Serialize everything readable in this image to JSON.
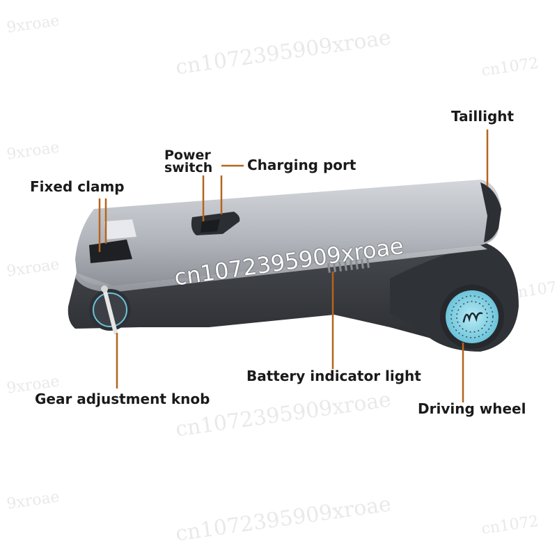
{
  "labels": {
    "taillight": "Taillight",
    "power_switch": "Power\nswitch",
    "charging_port": "Charging port",
    "fixed_clamp": "Fixed clamp",
    "battery_indicator": "Battery indicator light",
    "gear_knob": "Gear adjustment knob",
    "driving_wheel": "Driving wheel"
  },
  "watermarks": {
    "id_text": "cn1072395909xroae",
    "brand_text": "9xroae",
    "partial_text": "cn1072"
  },
  "colors": {
    "leader_line": "#b5651d",
    "body_silver": "#b9bcc2",
    "base_dark": "#3a3d42",
    "wheel_accent": "#8fd6e8"
  }
}
